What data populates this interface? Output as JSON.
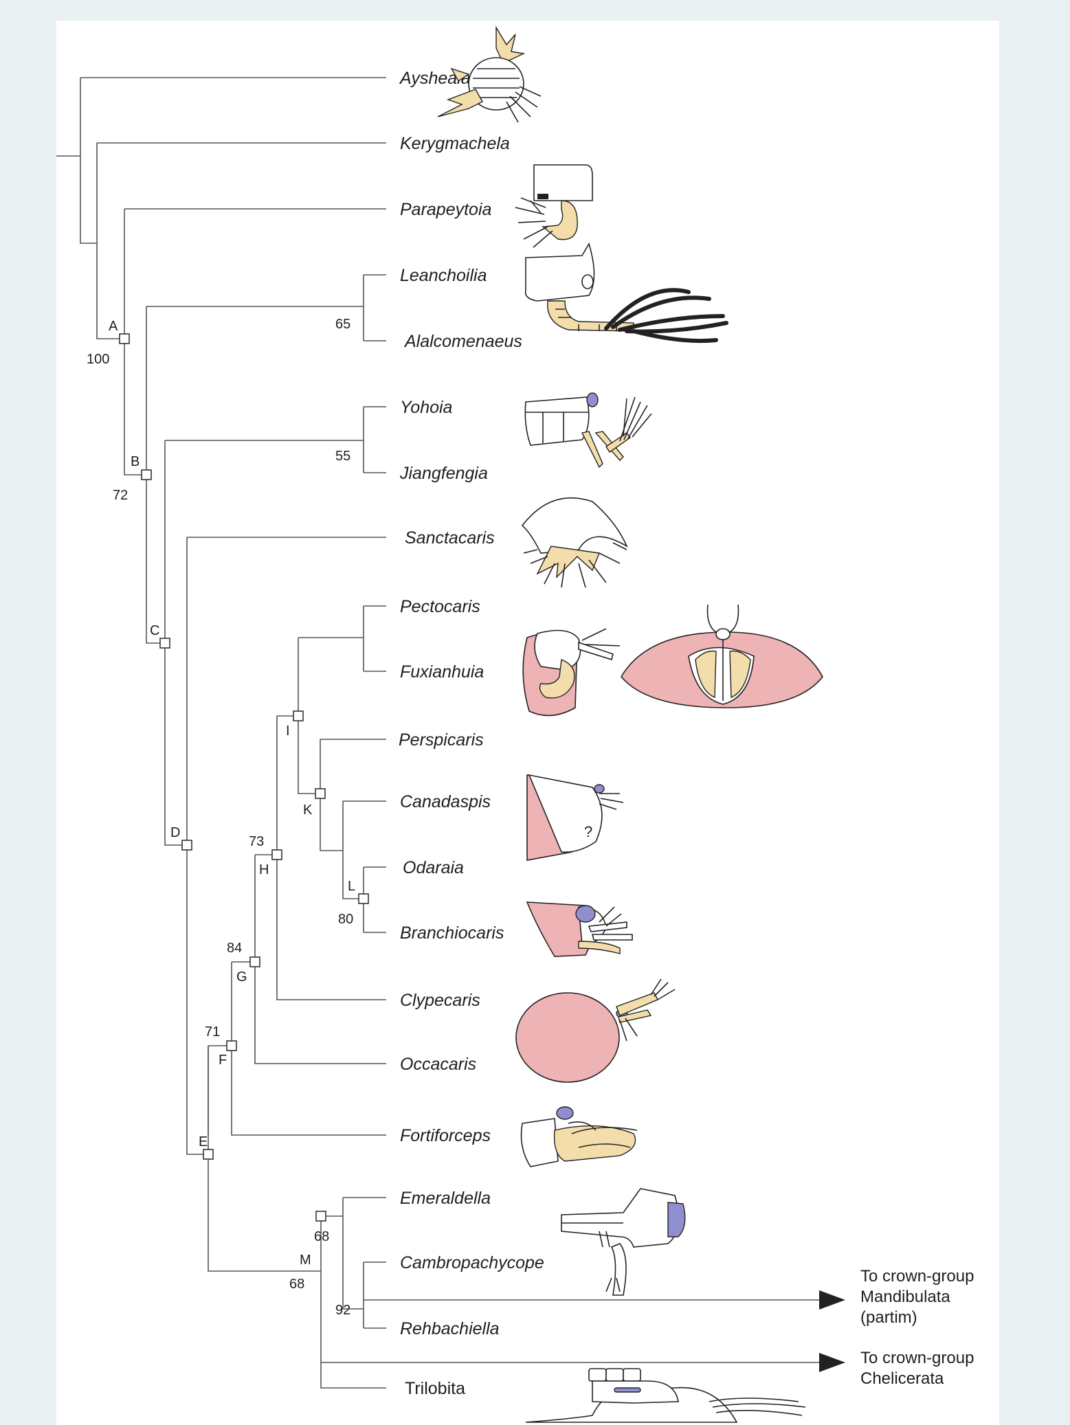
{
  "taxa": [
    "Aysheaia",
    "Kerygmachela",
    "Parapeytoia",
    "Leanchoilia",
    "Alalcomenaeus",
    "Yohoia",
    "Jiangfengia",
    "Sanctacaris",
    "Pectocaris",
    "Fuxianhuia",
    "Perspicaris",
    "Canadaspis",
    "Odaraia",
    "Branchiocaris",
    "Clypecaris",
    "Occacaris",
    "Fortiforceps",
    "Emeraldella",
    "Cambropachycope",
    "Rehbachiella",
    "Trilobita"
  ],
  "nodes": {
    "A": {
      "label": "A",
      "support": "100"
    },
    "B": {
      "label": "B",
      "support": "72"
    },
    "C": {
      "label": "C"
    },
    "D": {
      "label": "D"
    },
    "E": {
      "label": "E"
    },
    "F": {
      "label": "F",
      "support": "71"
    },
    "G": {
      "label": "G",
      "support": "84"
    },
    "H": {
      "label": "H",
      "support": "73"
    },
    "I": {
      "label": "I"
    },
    "K": {
      "label": "K"
    },
    "L": {
      "label": "L",
      "support": "80"
    },
    "M": {
      "label": "M",
      "support": "68",
      "support2": "68"
    }
  },
  "clade_support": {
    "leanchoilia_alalcomenaeus": "65",
    "yohoia_jiangfengia": "55",
    "cambropachycope_rehbachiella": "92"
  },
  "destinations": {
    "mandibulata": [
      "To crown-group",
      "Mandibulata",
      "(partim)"
    ],
    "chelicerata": [
      "To crown-group",
      "Chelicerata"
    ]
  },
  "colors": {
    "background": "#e9f0f2",
    "panel": "#ffffff",
    "branch": "#555555",
    "carapace_pink": "#eeb3b4",
    "appendage_tan": "#f3deab",
    "eye_blue": "#8f8fcf"
  }
}
